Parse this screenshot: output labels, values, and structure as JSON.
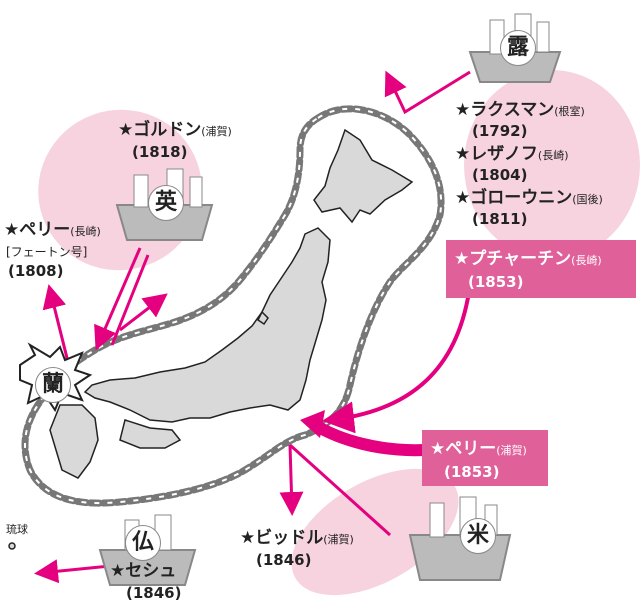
{
  "colors": {
    "pink_light": "#f7d3df",
    "pink": "#e0609a",
    "arrow": "#e4007f",
    "chain": "#777777",
    "land": "#d9d9d9"
  },
  "ships": {
    "russia": {
      "char": "露"
    },
    "britain": {
      "char": "英"
    },
    "netherlands": {
      "char": "蘭"
    },
    "france": {
      "char": "仏"
    },
    "usa": {
      "char": "米"
    }
  },
  "visits": {
    "laxman": {
      "name": "★ラクスマン",
      "place": "(根室)",
      "year": "(1792)"
    },
    "rezanov": {
      "name": "★レザノフ",
      "place": "(長崎)",
      "year": "(1804)"
    },
    "golovnin": {
      "name": "★ゴローウニン",
      "place": "(国後)",
      "year": "(1811)"
    },
    "putyatin": {
      "name": "★プチャーチン",
      "place": "(長崎)",
      "year": "(1853)"
    },
    "gordon": {
      "name": "★ゴルドン",
      "place": "(浦賀)",
      "year": "(1818)"
    },
    "pellew": {
      "name": "★ペリー",
      "place": "(長崎)",
      "ship": "[フェートン号]",
      "year": "(1808)"
    },
    "perry": {
      "name": "★ペリー",
      "place": "(浦賀)",
      "year": "(1853)"
    },
    "biddle": {
      "name": "★ビッドル",
      "place": "(浦賀)",
      "year": "(1846)"
    },
    "cecille": {
      "name": "★セシュ",
      "year": "(1846)"
    }
  },
  "places": {
    "ryukyu": "琉球"
  }
}
